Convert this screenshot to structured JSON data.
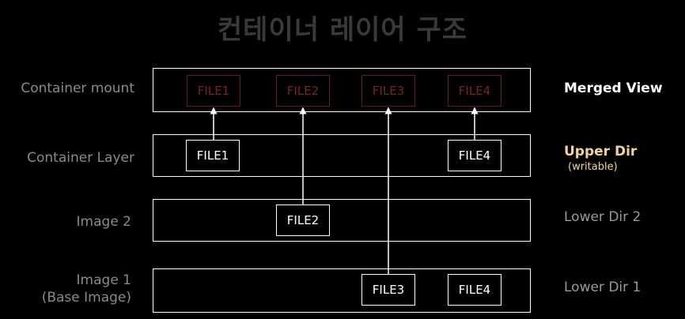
{
  "title": "컨테이너 레이어 구조",
  "layers": {
    "merged": {
      "left_label": "Container mount",
      "right_label": "Merged View",
      "files": [
        "FILE1",
        "FILE2",
        "FILE3",
        "FILE4"
      ]
    },
    "container": {
      "left_label": "Container Layer",
      "right_label": "Upper Dir",
      "right_sub": "(writable)",
      "files": [
        "FILE1",
        "FILE4"
      ]
    },
    "image2": {
      "left_label": "Image 2",
      "right_label": "Lower Dir 2",
      "files": [
        "FILE2"
      ]
    },
    "image1": {
      "left_label_line1": "Image 1",
      "left_label_line2": "(Base Image)",
      "right_label": "Lower Dir 1",
      "files": [
        "FILE3",
        "FILE4"
      ]
    }
  },
  "colors": {
    "background": "#000000",
    "merged_file": "#7a2424",
    "upper_dir": "#f2d49b",
    "layer_border": "#ffffff"
  }
}
